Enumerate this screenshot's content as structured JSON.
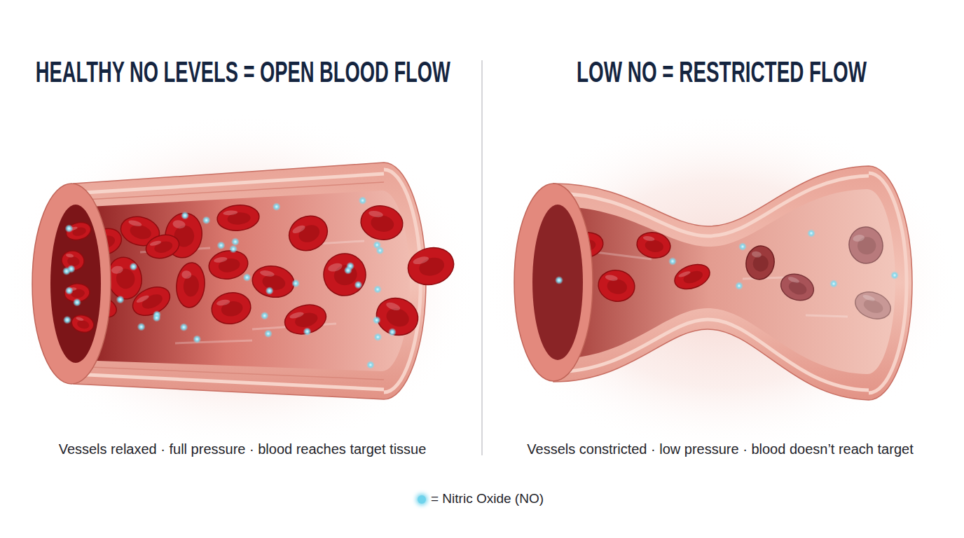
{
  "diagram": {
    "labels": [
      "HEALTHY NO LEVELS = OPEN BLOOD FLOW",
      "LOW NO = RESTRICTED FLOW",
      "Vessels relaxed · full pressure · blood reaches target tissue",
      "Vessels constricted · low pressure · blood doesn’t reach target"
    ],
    "legend": [
      {
        "text": "= Nitric Oxide (NO)",
        "color": "#6fd3ec"
      }
    ]
  }
}
